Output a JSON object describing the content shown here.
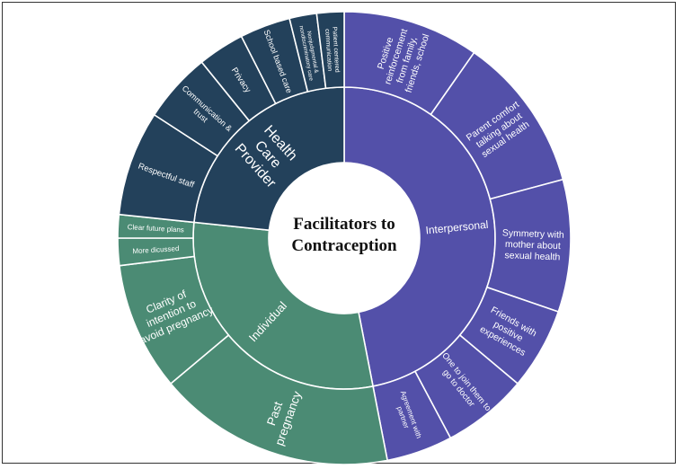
{
  "title": "Facilitators to Contraception",
  "colors": {
    "interpersonal": "#5350a9",
    "health_care_provider": "#23415b",
    "individual": "#4b8b74",
    "stroke": "#ffffff",
    "center_text": "#111111"
  },
  "categories": [
    {
      "id": "interpersonal",
      "label": "Interpersonal",
      "children": [
        {
          "label": "Positive reinforcement from family, friends, school"
        },
        {
          "label": "Parent comfort talking about sexual health"
        },
        {
          "label": "Symmetry with mother about sexual health"
        },
        {
          "label": "Friends with positive experiences"
        },
        {
          "label": "One to join them to go to doctor"
        },
        {
          "label": "Agreement with partner"
        }
      ]
    },
    {
      "id": "individual",
      "label": "Individual",
      "children": [
        {
          "label": "Past pregnancy"
        },
        {
          "label": "Clarity of intention to avoid pregnancy"
        },
        {
          "label": "More dicussed"
        },
        {
          "label": "Clear future plans"
        }
      ]
    },
    {
      "id": "health_care_provider",
      "label": "Health Care Provider",
      "children": [
        {
          "label": "Respectful staff"
        },
        {
          "label": "Communication & trust"
        },
        {
          "label": "Privacy"
        },
        {
          "label": "School based care"
        },
        {
          "label": "Nonjudgmental & nondiscriminatory care"
        },
        {
          "label": "Patient centered communication"
        }
      ]
    }
  ]
}
